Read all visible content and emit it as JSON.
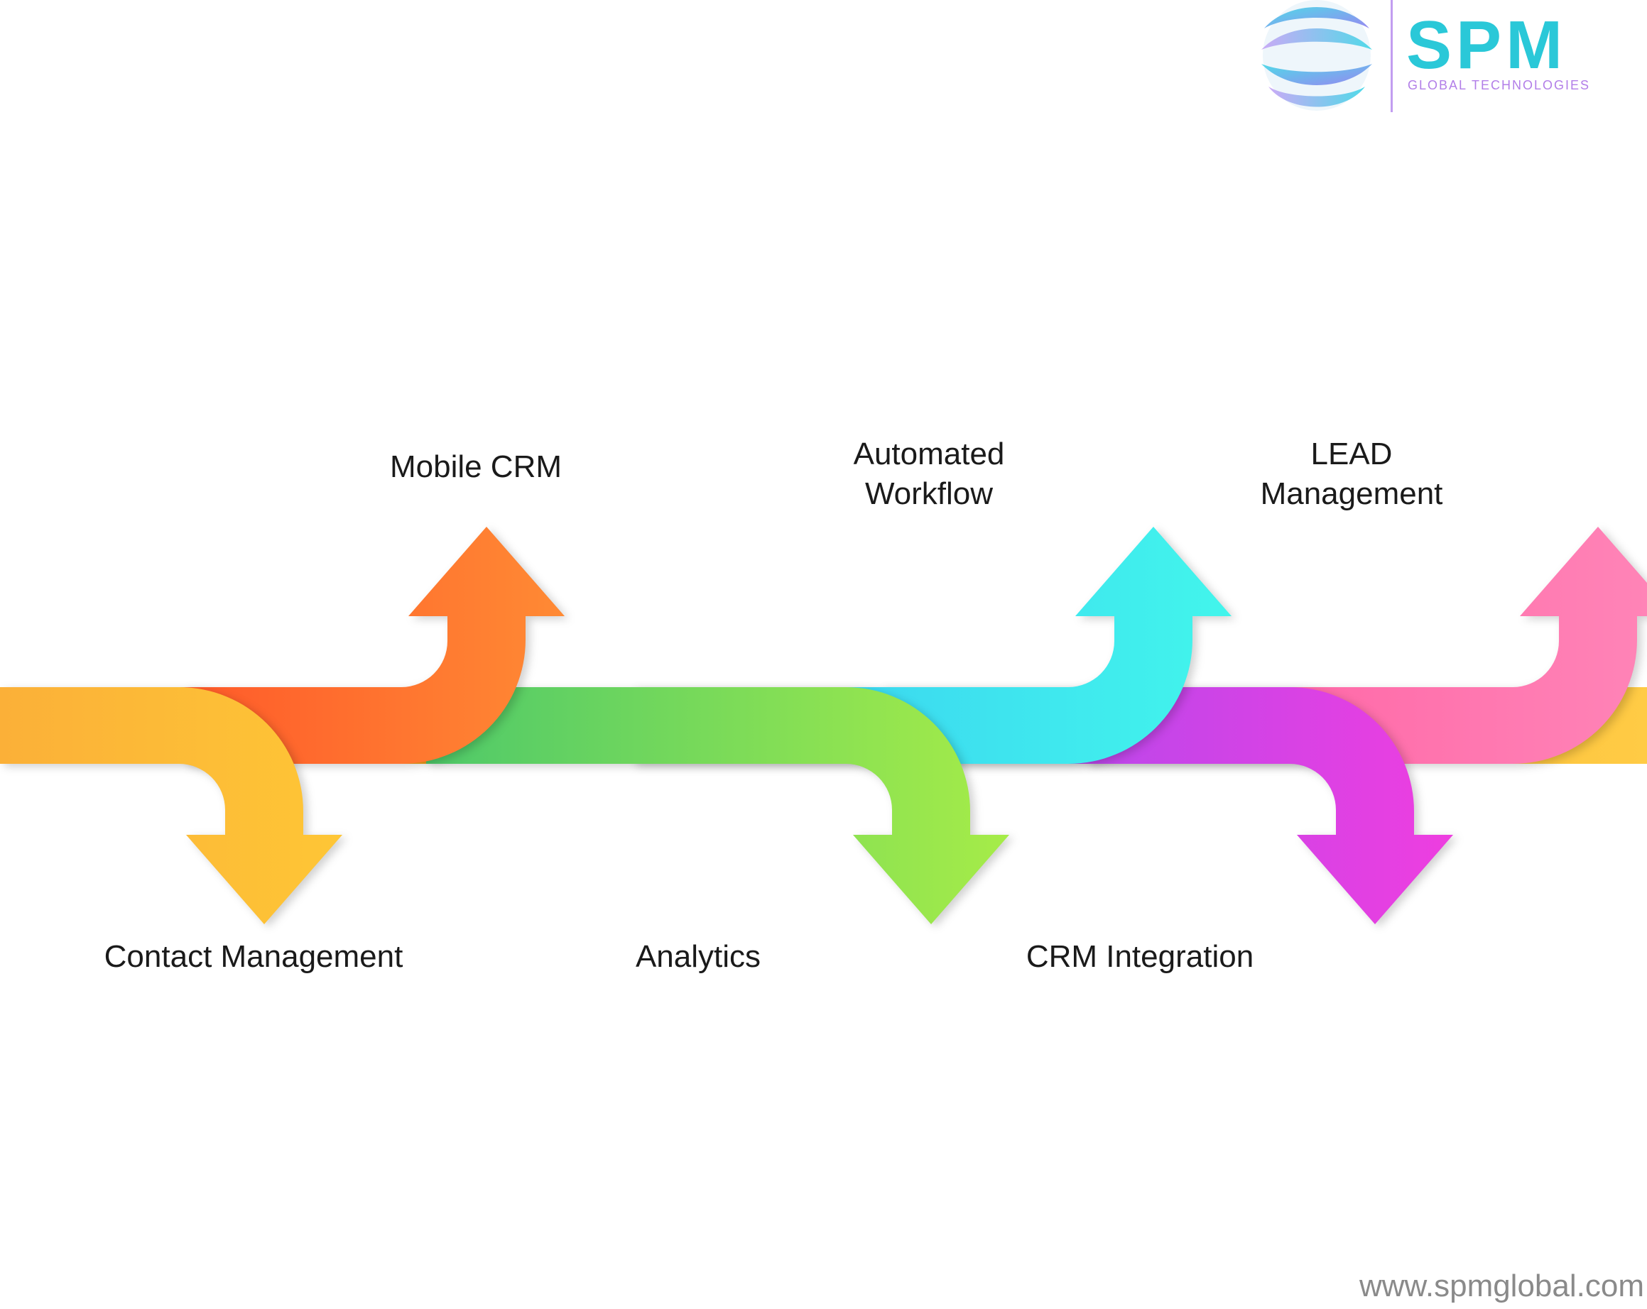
{
  "logo": {
    "name": "SPM",
    "tagline": "GLOBAL TECHNOLOGIES"
  },
  "website": "www.spmglobal.com",
  "features": [
    {
      "label": "Contact Management",
      "direction": "down",
      "colors": [
        "#fbb038",
        "#fec636"
      ]
    },
    {
      "label": "Mobile CRM",
      "direction": "up",
      "colors": [
        "#ff5a2a",
        "#ff8a34"
      ]
    },
    {
      "label": "Analytics",
      "direction": "down",
      "colors": [
        "#4ec96a",
        "#a6ec48"
      ]
    },
    {
      "label": "Automated\nWorkflow",
      "direction": "up",
      "colors": [
        "#38c8f2",
        "#42f5ec"
      ]
    },
    {
      "label": "CRM Integration",
      "direction": "down",
      "colors": [
        "#a04cf0",
        "#ee3ee0"
      ]
    },
    {
      "label": "LEAD\nManagement",
      "direction": "up",
      "colors": [
        "#ff5aa0",
        "#ff86b8"
      ]
    }
  ],
  "band_colors": [
    "#f0900e",
    "#ffcb45"
  ]
}
